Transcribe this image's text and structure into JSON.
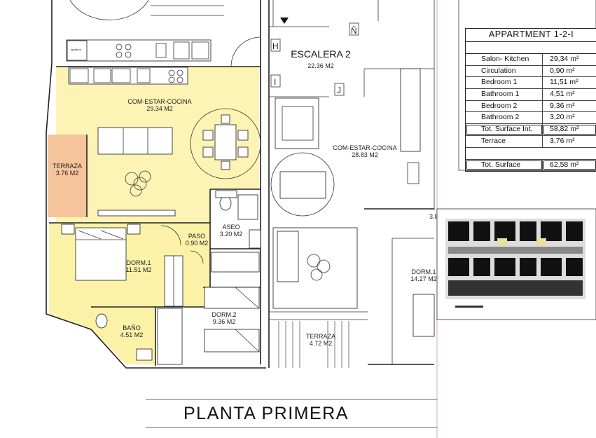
{
  "rooms": {
    "com_estar_cocina_left": {
      "name": "COM-ESTAR-COCINA",
      "area": "29.34 M2"
    },
    "terraza_left": {
      "name": "TERRAZA",
      "area": "3.76 M2"
    },
    "dorm1_left": {
      "name": "DORM.1",
      "area": "11.51 M2"
    },
    "paso": {
      "name": "PASO",
      "area": "0.90 M2"
    },
    "aseo": {
      "name": "ASEO",
      "area": "3.20 M2"
    },
    "dorm2": {
      "name": "DORM.2",
      "area": "9.36 M2"
    },
    "bano": {
      "name": "BAÑO",
      "area": "4.51 M2"
    },
    "escalera": {
      "name": "ESCALERA 2",
      "area": "22.36 M2"
    },
    "com_estar_cocina_right": {
      "name": "COM-ESTAR-COCINA",
      "area": "28.83 M2"
    },
    "dorm1_right": {
      "name": "DORM.1",
      "area": "14.27 M2"
    },
    "terraza_center": {
      "name": "TERRAZA",
      "area": "4.72 M2"
    },
    "partial_label": "3.8"
  },
  "markers": {
    "h": "H",
    "n": "Ñ",
    "i": "I",
    "j": "J"
  },
  "legend": {
    "title": "APPARTMENT 1-2-I",
    "rows": [
      {
        "label": "Salon- Kitchen",
        "value": "29,34 m²"
      },
      {
        "label": "Circulation",
        "value": "0,90 m²"
      },
      {
        "label": "Bedroom 1",
        "value": "11,51 m²"
      },
      {
        "label": "Bathroom 1",
        "value": "4,51 m²"
      },
      {
        "label": "Bedroom 2",
        "value": "9,36 m²"
      },
      {
        "label": "Bathroom 2",
        "value": "3,20 m²"
      },
      {
        "label": "Tot. Surface Int.",
        "value": "58,82 m²"
      },
      {
        "label": "Terrace",
        "value": "3,76 m²"
      }
    ],
    "total": {
      "label": "Tot. Surface",
      "value": "62,58 m²"
    }
  },
  "plan_title": "PLANTA PRIMERA",
  "colors": {
    "living_fill": "#fdf3b4",
    "bedroom_fill": "#fbf2a8",
    "terrace_fill": "#f6c49a",
    "guide_line": "#d9a6c8"
  }
}
